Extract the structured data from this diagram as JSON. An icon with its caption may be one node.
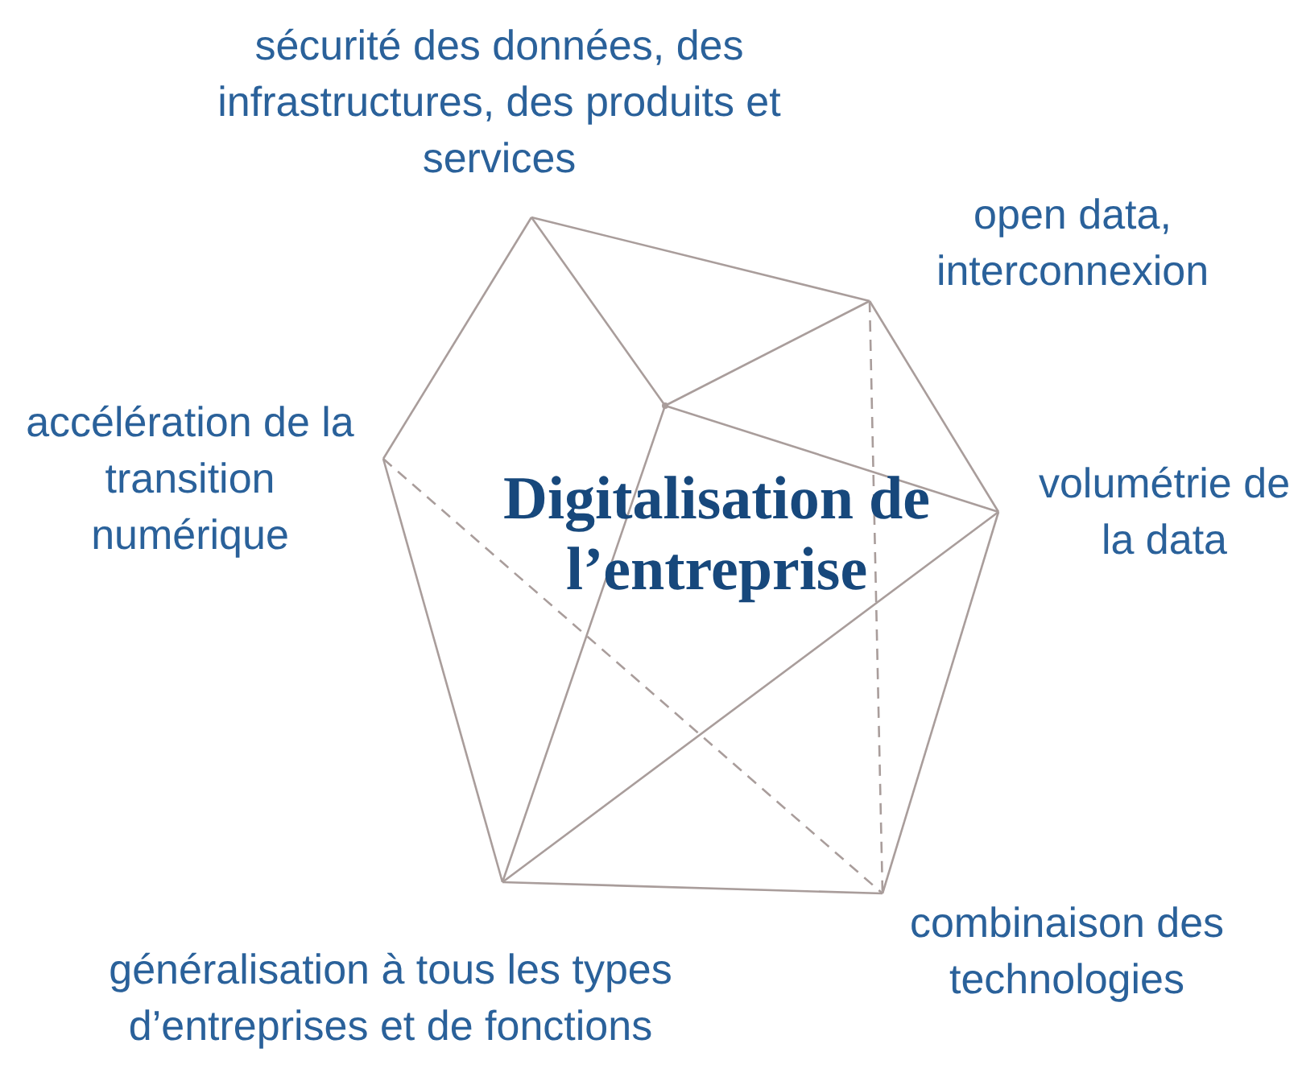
{
  "diagram": {
    "title": "Digitalisation de l’entreprise",
    "nodes": [
      {
        "text": [
          "sécurité des données, des infrastructures, des produits et services"
        ]
      },
      {
        "text": [
          "open data, interconnexion"
        ]
      },
      {
        "text": [
          "volumétrie de la data"
        ]
      },
      {
        "text": [
          "combinaison des technologies"
        ]
      },
      {
        "text": [
          "généralisation à tous les types d’entreprises et de fonctions"
        ]
      },
      {
        "text": [
          "accélération de la transition numérique"
        ]
      },
      {
        "text": [],
        "shape": "point"
      }
    ],
    "edges": [
      {
        "from": 0,
        "to": 1,
        "arrow": "none"
      },
      {
        "from": 1,
        "to": 2,
        "arrow": "none"
      },
      {
        "from": 2,
        "to": 3,
        "arrow": "none"
      },
      {
        "from": 3,
        "to": 4,
        "arrow": "none"
      },
      {
        "from": 4,
        "to": 5,
        "arrow": "none"
      },
      {
        "from": 5,
        "to": 0,
        "arrow": "none"
      },
      {
        "from": 0,
        "to": 6,
        "arrow": "none"
      },
      {
        "from": 6,
        "to": 1,
        "arrow": "none"
      },
      {
        "from": 6,
        "to": 2,
        "arrow": "none"
      },
      {
        "from": 6,
        "to": 4,
        "arrow": "none"
      },
      {
        "from": 4,
        "to": 2,
        "arrow": "none"
      },
      {
        "from": 1,
        "to": 3,
        "arrow": "none",
        "style": "dashed"
      },
      {
        "from": 5,
        "to": 3,
        "arrow": "none",
        "style": "dashed"
      }
    ]
  }
}
